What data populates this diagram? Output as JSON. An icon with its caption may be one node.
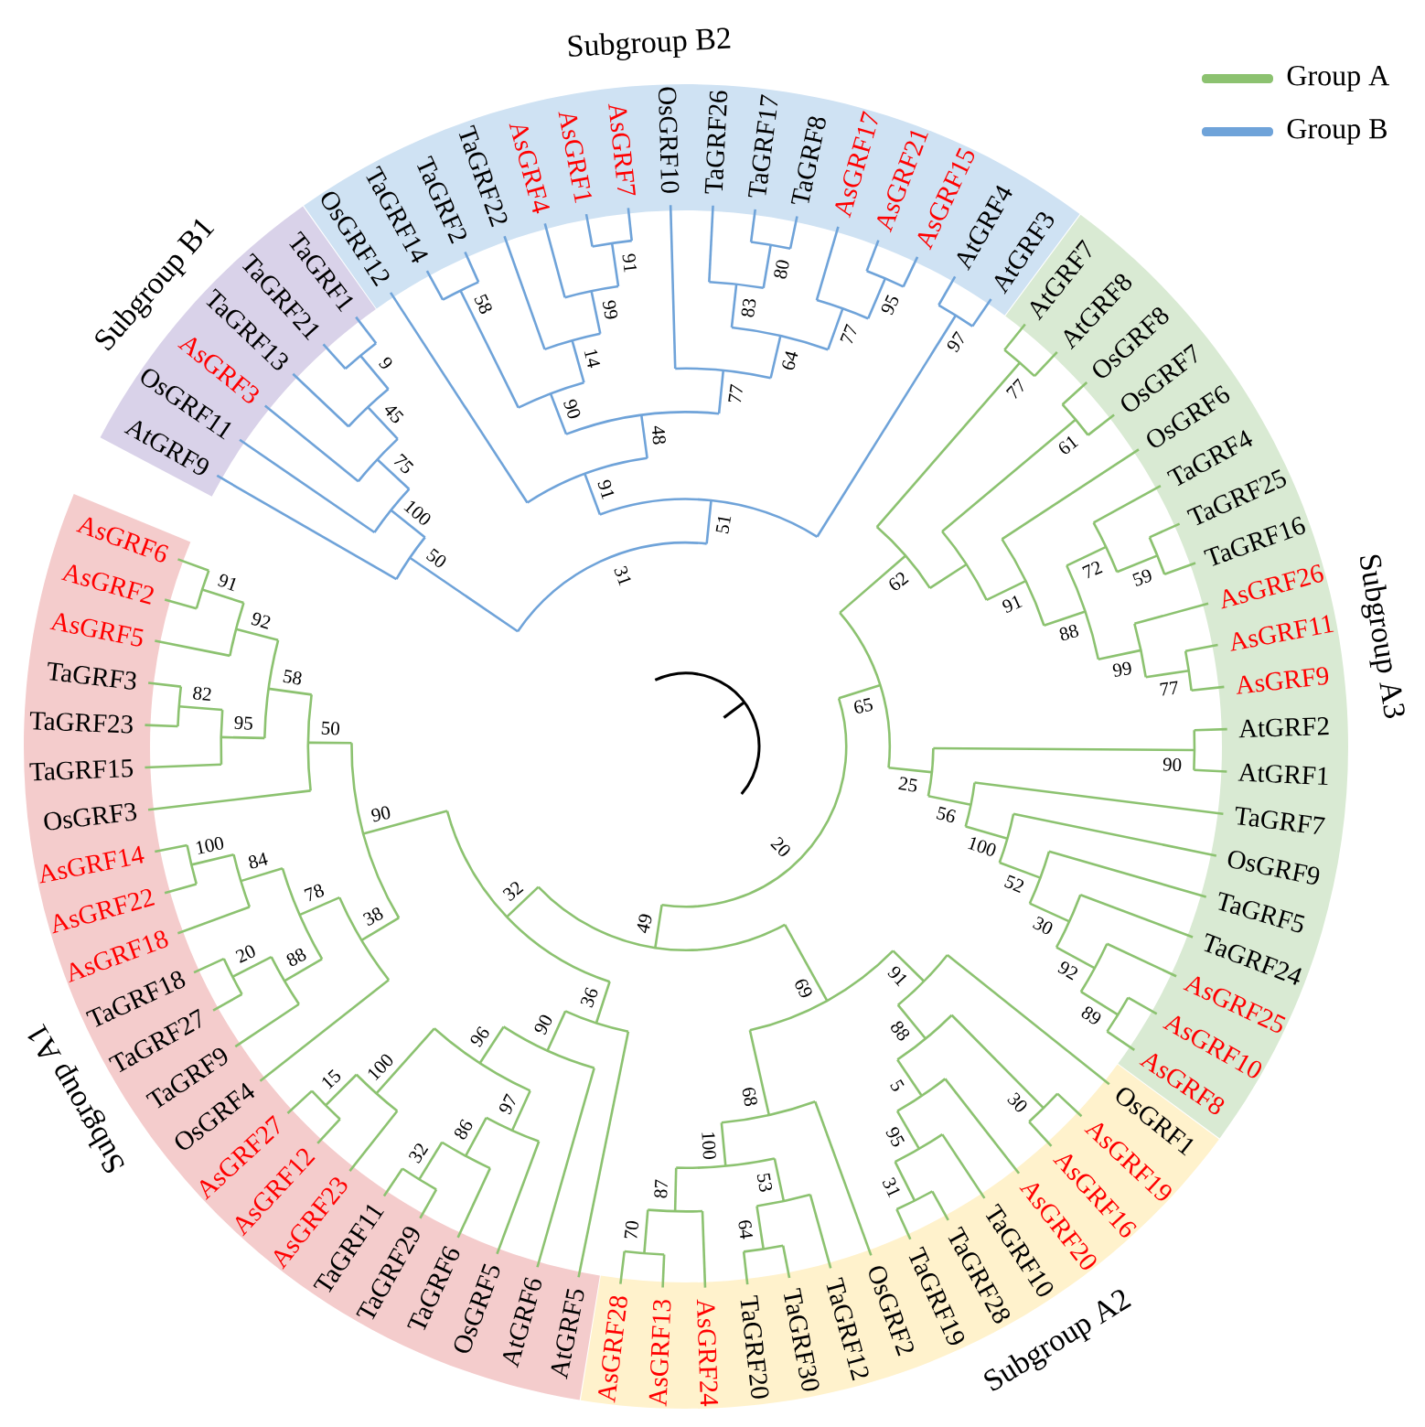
{
  "diagram": {
    "nodes": [
      {
        "text": [
          "Subgroup B1"
        ]
      },
      {
        "text": [
          "Subgroup B2"
        ]
      },
      {
        "text": [
          "Subgroup A3"
        ]
      },
      {
        "text": [
          "Subgroup A2"
        ]
      },
      {
        "text": [
          "Subgroup A1"
        ]
      }
    ],
    "labels": [
      "AtGRF9",
      "OsGRF11",
      "AsGRF3",
      "TaGRF13",
      "TaGRF21",
      "TaGRF1",
      "OsGRF12",
      "TaGRF14",
      "TaGRF2",
      "TaGRF22",
      "AsGRF4",
      "AsGRF1",
      "AsGRF7",
      "OsGRF10",
      "TaGRF26",
      "TaGRF17",
      "TaGRF8",
      "AsGRF17",
      "AsGRF21",
      "AsGRF15",
      "AtGRF4",
      "AtGRF3",
      "AtGRF7",
      "AtGRF8",
      "OsGRF8",
      "OsGRF7",
      "OsGRF6",
      "TaGRF4",
      "TaGRF25",
      "TaGRF16",
      "AsGRF26",
      "AsGRF11",
      "AsGRF9",
      "AtGRF2",
      "AtGRF1",
      "TaGRF7",
      "OsGRF9",
      "TaGRF5",
      "TaGRF24",
      "AsGRF25",
      "AsGRF10",
      "AsGRF8",
      "AsGRF28",
      "AsGRF13",
      "AsGRF24",
      "TaGRF20",
      "TaGRF30",
      "TaGRF12",
      "OsGRF2",
      "TaGRF19",
      "TaGRF28",
      "TaGRF10",
      "AsGRF20",
      "AsGRF16",
      "AsGRF19",
      "OsGRF1",
      "TaGRF11",
      "TaGRF29",
      "TaGRF6",
      "OsGRF5",
      "AtGRF6",
      "AtGRF5",
      "AsGRF23",
      "AsGRF12",
      "AsGRF27",
      "OsGRF4",
      "TaGRF9",
      "TaGRF27",
      "TaGRF18",
      "AsGRF18",
      "AsGRF22",
      "AsGRF14",
      "OsGRF3",
      "TaGRF15",
      "TaGRF23",
      "TaGRF3",
      "AsGRF5",
      "AsGRF2",
      "AsGRF6",
      "9",
      "45",
      "75",
      "100",
      "50",
      "58",
      "91",
      "99",
      "14",
      "90",
      "80",
      "83",
      "95",
      "77",
      "64",
      "77",
      "48",
      "91",
      "97",
      "51",
      "31",
      "77",
      "61",
      "59",
      "72",
      "77",
      "99",
      "88",
      "91",
      "62",
      "90",
      "89",
      "92",
      "30",
      "52",
      "100",
      "56",
      "25",
      "65",
      "30",
      "31",
      "95",
      "5",
      "88",
      "91",
      "64",
      "53",
      "70",
      "87",
      "100",
      "68",
      "69",
      "32",
      "86",
      "97",
      "15",
      "100",
      "96",
      "90",
      "36",
      "20",
      "88",
      "100",
      "84",
      "78",
      "38",
      "82",
      "95",
      "91",
      "92",
      "58",
      "50",
      "90",
      "32",
      "49",
      "20"
    ],
    "legend": [
      {
        "text": "Group A",
        "color": "#8cc270"
      },
      {
        "text": "Group B",
        "color": "#6fa3d9"
      }
    ]
  }
}
